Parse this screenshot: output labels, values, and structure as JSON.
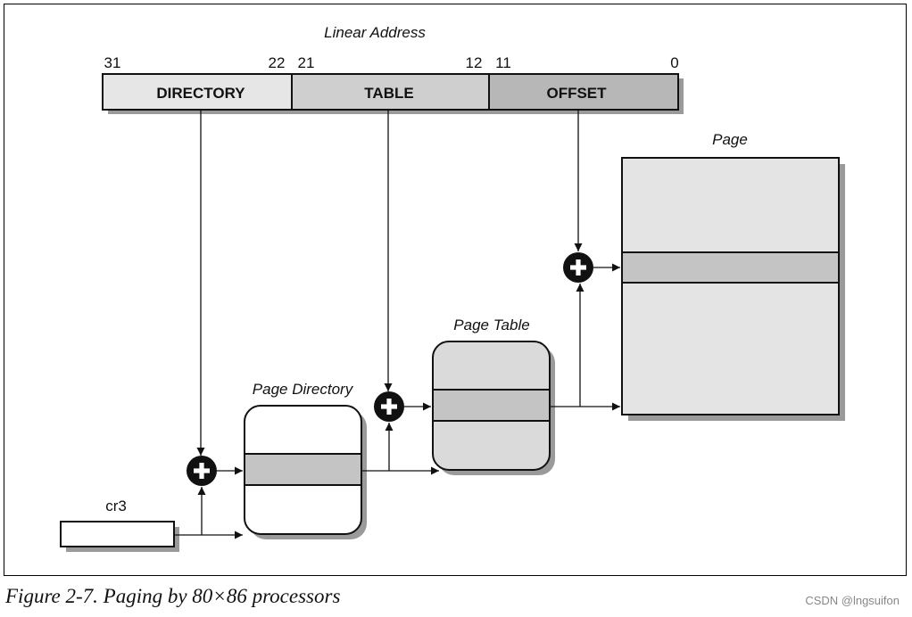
{
  "linear_address": {
    "title": "Linear Address",
    "bits": {
      "b31": "31",
      "b22": "22",
      "b21": "21",
      "b12": "12",
      "b11": "11",
      "b0": "0"
    },
    "fields": {
      "directory": "DIRECTORY",
      "table": "TABLE",
      "offset": "OFFSET"
    }
  },
  "structures": {
    "page_directory": "Page Directory",
    "page_table": "Page Table",
    "page": "Page",
    "cr3": "cr3"
  },
  "colors": {
    "directory_field": "#e6e6e6",
    "table_field": "#cfcfcf",
    "offset_field": "#b7b7b7",
    "entry_band": "#c4c4c4",
    "page_table_fill": "#dadada",
    "page_fill": "#e4e4e4",
    "shadow": "#9a9a9a",
    "adder": "#111111"
  },
  "caption": "Figure 2-7. Paging by 80×86 processors",
  "watermark": "CSDN @lngsuifon"
}
